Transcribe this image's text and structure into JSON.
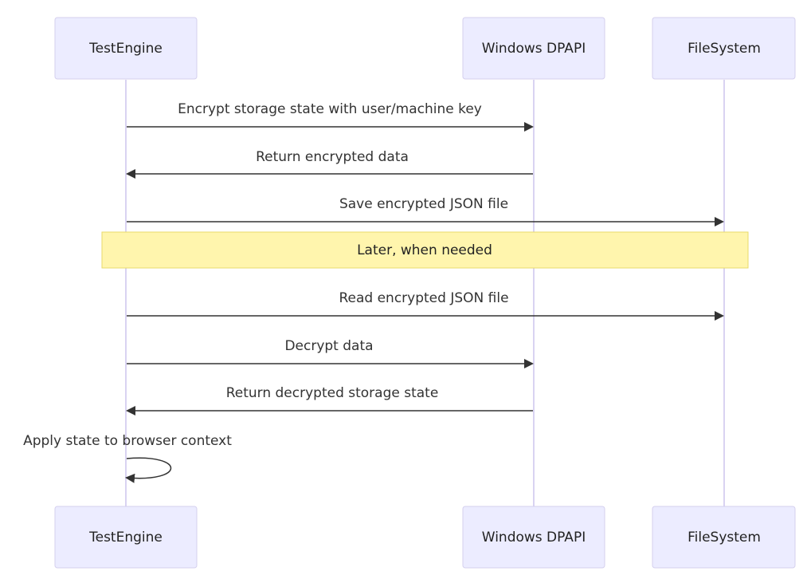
{
  "participants": {
    "test_engine": "TestEngine",
    "dpapi": "Windows DPAPI",
    "filesystem": "FileSystem"
  },
  "messages": {
    "encrypt": "Encrypt storage state with user/machine key",
    "return_encrypted": "Return encrypted data",
    "save_file": "Save encrypted JSON file",
    "read_file": "Read encrypted JSON file",
    "decrypt": "Decrypt data",
    "return_decrypted": "Return decrypted storage state",
    "apply_state": "Apply state to browser context"
  },
  "note": {
    "text": "Later, when needed"
  },
  "colors": {
    "actor_fill": "#ececff",
    "actor_stroke": "#d4cfee",
    "lifeline": "#d9d3f2",
    "message": "#333333",
    "note_fill": "#fff5ad",
    "note_stroke": "#e8da6a"
  }
}
